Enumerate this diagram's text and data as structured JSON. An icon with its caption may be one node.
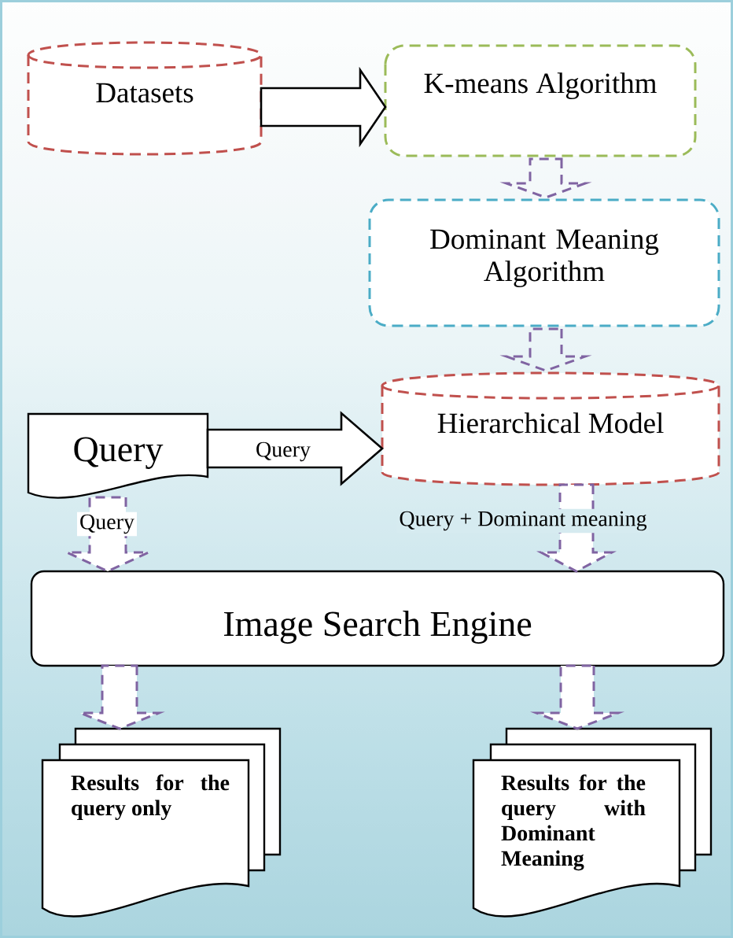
{
  "diagram": {
    "nodes": [
      {
        "text": [
          "Datasets"
        ]
      },
      {
        "text": [
          "K-means Algorithm"
        ]
      },
      {
        "text": [
          "Dominant Meaning Algorithm"
        ]
      },
      {
        "text": [
          "Hierarchical Model"
        ]
      },
      {
        "text": [
          "Query"
        ]
      },
      {
        "text": [
          "Image Search Engine"
        ]
      },
      {
        "text": [
          "Results for the query only"
        ]
      },
      {
        "text": [
          "Results for the query with Dominant Meaning"
        ]
      }
    ],
    "edges": [
      {
        "from": 0,
        "to": 1,
        "arrow": "to",
        "color": "#000000"
      },
      {
        "from": 1,
        "to": 2,
        "arrow": "to",
        "style": "dashed"
      },
      {
        "from": 2,
        "to": 3,
        "arrow": "to",
        "style": "dashed"
      },
      {
        "from": 4,
        "to": 3,
        "arrow": "to",
        "label": "Query",
        "color": "#000000"
      },
      {
        "from": 4,
        "to": 5,
        "arrow": "to",
        "label": "Query",
        "style": "dashed"
      },
      {
        "from": 3,
        "to": 5,
        "arrow": "to",
        "label": "Query + Dominant meaning",
        "style": "dashed"
      },
      {
        "from": 5,
        "to": 6,
        "arrow": "to",
        "style": "dashed"
      },
      {
        "from": 5,
        "to": 7,
        "arrow": "to",
        "style": "dashed"
      }
    ]
  }
}
